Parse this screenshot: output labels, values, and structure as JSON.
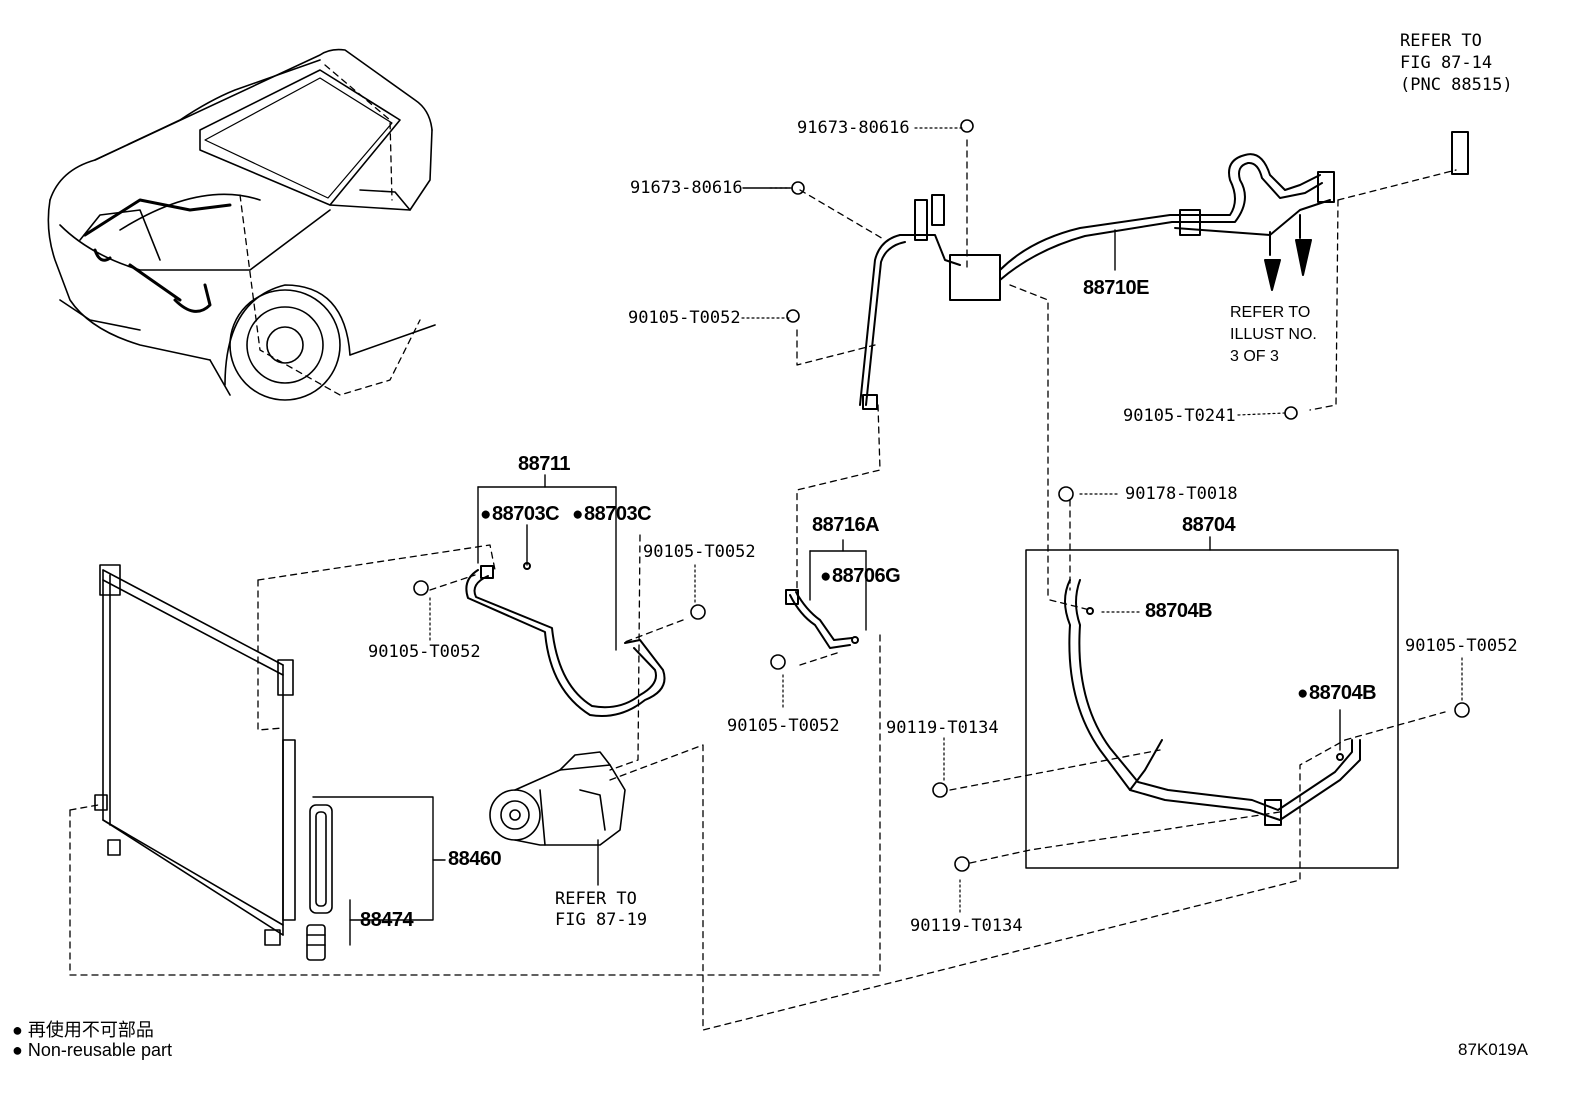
{
  "labels": {
    "p91673_80616_top": "91673-80616",
    "p91673_80616_left": "91673-80616",
    "p90105_T0052_upper": "90105-T0052",
    "p88710E": "88710E",
    "refer_illust": "REFER TO\nILLUST NO.\n3 OF 3",
    "refer_fig_87_14": "REFER TO\nFIG 87-14\n(PNC 88515)",
    "p90105_T0241": "90105-T0241",
    "p90178_T0018": "90178-T0018",
    "p88704": "88704",
    "p88704B_upper": "88704B",
    "p88704B_lower": "88704B",
    "p90105_T0052_right": "90105-T0052",
    "p90119_T0134_upper": "90119-T0134",
    "p90119_T0134_lower": "90119-T0134",
    "p88711": "88711",
    "p88703C_left": "88703C",
    "p88703C_right": "88703C",
    "p90105_T0052_mid": "90105-T0052",
    "p90105_T0052_left": "90105-T0052",
    "p88716A": "88716A",
    "p88706G": "88706G",
    "p90105_T0052_low": "90105-T0052",
    "p88460": "88460",
    "p88474": "88474",
    "refer_fig_87_19": "REFER TO\nFIG 87-19"
  },
  "legend": {
    "line1": "再使用不可部品",
    "line2": "Non-reusable part"
  },
  "figure_id": "87K019A"
}
